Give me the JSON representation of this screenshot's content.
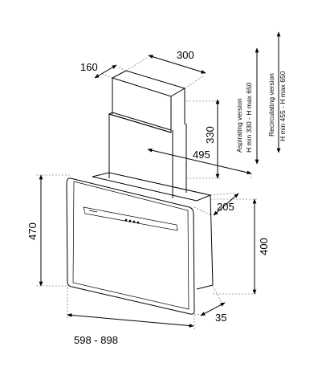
{
  "dimensions": {
    "chimney_depth": "160",
    "chimney_width": "300",
    "chimney_height": "330",
    "overall_depth": "495",
    "body_depth": "205",
    "glass_height": "470",
    "body_height": "400",
    "glass_thickness": "35",
    "overall_width": "598 - 898"
  },
  "notes": {
    "aspirating_title": "Aspirating version",
    "aspirating_range": "H min 330 - H max 650",
    "recirculating_title": "Recirculating version",
    "recirculating_range": "H min 455 - H max 650"
  },
  "icons": {
    "arrowhead": "arrowhead-icon"
  }
}
